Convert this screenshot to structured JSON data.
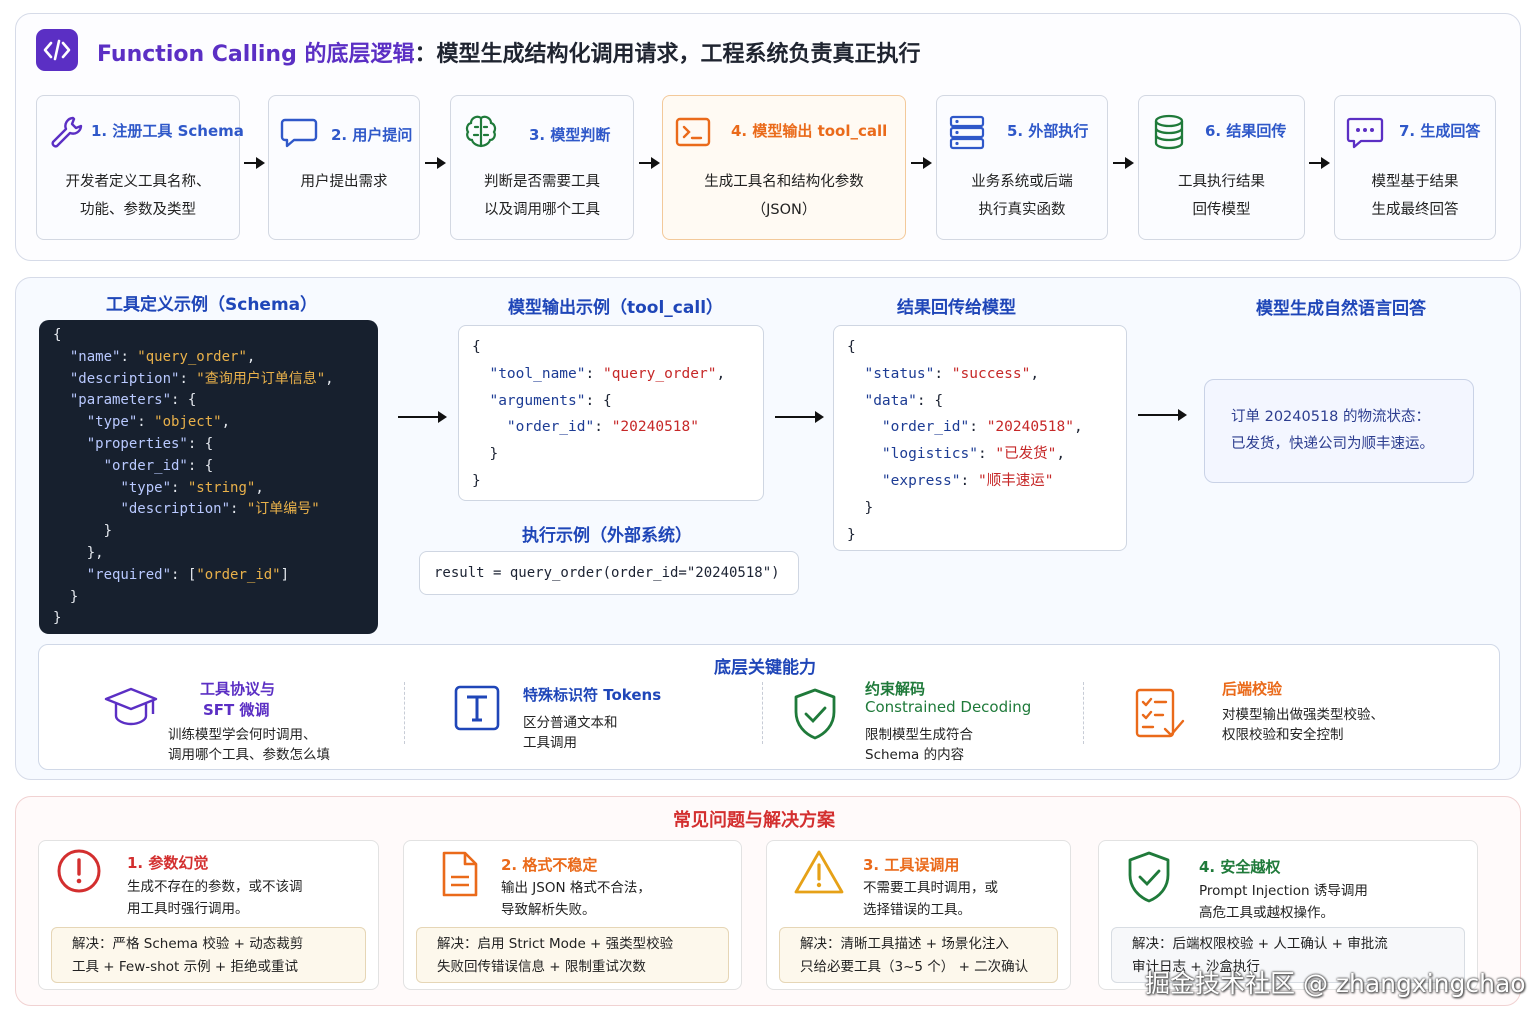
{
  "header": {
    "title_accent": "Function Calling 的底层逻辑",
    "title_rest": "：模型生成结构化调用请求，工程系统负责真正执行",
    "logo_icon": "code-icon"
  },
  "steps": [
    {
      "icon": "wrench-icon",
      "title": "1. 注册工具 Schema",
      "desc1": "开发者定义工具名称、",
      "desc2": "功能、参数及类型"
    },
    {
      "icon": "chat-bubble-icon",
      "title": "2. 用户提问",
      "desc1": "用户提出需求",
      "desc2": ""
    },
    {
      "icon": "brain-icon",
      "title": "3. 模型判断",
      "desc1": "判断是否需要工具",
      "desc2": "以及调用哪个工具"
    },
    {
      "icon": "terminal-icon",
      "title": "4. 模型输出 tool_call",
      "desc1": "生成工具名和结构化参数",
      "desc2": "（JSON）"
    },
    {
      "icon": "server-icon",
      "title": "5. 外部执行",
      "desc1": "业务系统或后端",
      "desc2": "执行真实函数"
    },
    {
      "icon": "database-icon",
      "title": "6. 结果回传",
      "desc1": "工具执行结果",
      "desc2": "回传模型"
    },
    {
      "icon": "message-dots-icon",
      "title": "7. 生成回答",
      "desc1": "模型基于结果",
      "desc2": "生成最终回答"
    }
  ],
  "middle": {
    "schema_heading": "工具定义示例（Schema）",
    "toolcall_heading": "模型输出示例（tool_call）",
    "result_heading": "结果回传给模型",
    "answer_heading": "模型生成自然语言回答",
    "exec_heading": "执行示例（外部系统）",
    "exec_code": "result = query_order(order_id=\"20240518\")",
    "answer_line1": "订单 20240518 的物流状态：",
    "answer_line2": "已发货，快递公司为顺丰速运。"
  },
  "schema_code": {
    "name_key": "\"name\"",
    "name_val": "\"query_order\"",
    "desc_key": "\"description\"",
    "desc_val": "\"查询用户订单信息\"",
    "params_key": "\"parameters\"",
    "type_key": "\"type\"",
    "type_val": "\"object\"",
    "props_key": "\"properties\"",
    "oid_key": "\"order_id\"",
    "otype_key": "\"type\"",
    "otype_val": "\"string\"",
    "odesc_key": "\"description\"",
    "odesc_val": "\"订单编号\"",
    "req_key": "\"required\"",
    "req_val": "\"order_id\""
  },
  "toolcall_code": {
    "tn_key": "\"tool_name\"",
    "tn_val": "\"query_order\"",
    "args_key": "\"arguments\"",
    "oid_key": "\"order_id\"",
    "oid_val": "\"20240518\""
  },
  "result_code": {
    "status_key": "\"status\"",
    "status_val": "\"success\"",
    "data_key": "\"data\"",
    "oid_key": "\"order_id\"",
    "oid_val": "\"20240518\"",
    "log_key": "\"logistics\"",
    "log_val": "\"已发货\"",
    "exp_key": "\"express\"",
    "exp_val": "\"顺丰速运\""
  },
  "capabilities": {
    "heading": "底层关键能力",
    "items": [
      {
        "icon": "graduation-cap-icon",
        "title1": "工具协议与",
        "title2": "SFT 微调",
        "desc1": "训练模型学会何时调用、",
        "desc2": "调用哪个工具、参数怎么填"
      },
      {
        "icon": "token-t-icon",
        "title1": "特殊标识符 Tokens",
        "title2": "",
        "desc1": "区分普通文本和",
        "desc2": "工具调用"
      },
      {
        "icon": "shield-check-icon",
        "title1": "约束解码",
        "title2": "Constrained Decoding",
        "desc1": "限制模型生成符合",
        "desc2": "Schema 的内容"
      },
      {
        "icon": "checklist-icon",
        "title1": "后端校验",
        "title2": "",
        "desc1": "对模型输出做强类型校验、",
        "desc2": "权限校验和安全控制"
      }
    ]
  },
  "problems": {
    "heading": "常见问题与解决方案",
    "items": [
      {
        "icon": "alert-circle-icon",
        "title": "1. 参数幻觉",
        "desc1": "生成不存在的参数，或不该调",
        "desc2": "用工具时强行调用。",
        "sol1": "解决：严格 Schema 校验 + 动态裁剪",
        "sol2": "工具 + Few-shot 示例 + 拒绝或重试"
      },
      {
        "icon": "document-icon",
        "title": "2. 格式不稳定",
        "desc1": "输出 JSON 格式不合法，",
        "desc2": "导致解析失败。",
        "sol1": "解决：启用 Strict Mode + 强类型校验",
        "sol2": "失败回传错误信息 + 限制重试次数"
      },
      {
        "icon": "warning-triangle-icon",
        "title": "3. 工具误调用",
        "desc1": "不需要工具时调用，或",
        "desc2": "选择错误的工具。",
        "sol1": "解决：清晰工具描述 + 场景化注入",
        "sol2": "只给必要工具（3~5 个） + 二次确认"
      },
      {
        "icon": "shield-check-icon",
        "title": "4. 安全越权",
        "desc1": "Prompt Injection 诱导调用",
        "desc2": "高危工具或越权操作。",
        "sol1": "解决：后端权限校验 + 人工确认 + 审批流",
        "sol2": "审计日志 + 沙盒执行"
      }
    ]
  },
  "watermark": "掘金技术社区 @ zhangxingchao",
  "colors": {
    "accent_purple": "#5b2fc4",
    "heading_blue": "#1f46b8",
    "step_blue": "#2f58c9",
    "orange": "#ea6a1a",
    "green": "#1f7a3a",
    "red": "#d32f2f",
    "code_bg": "#17202e"
  }
}
